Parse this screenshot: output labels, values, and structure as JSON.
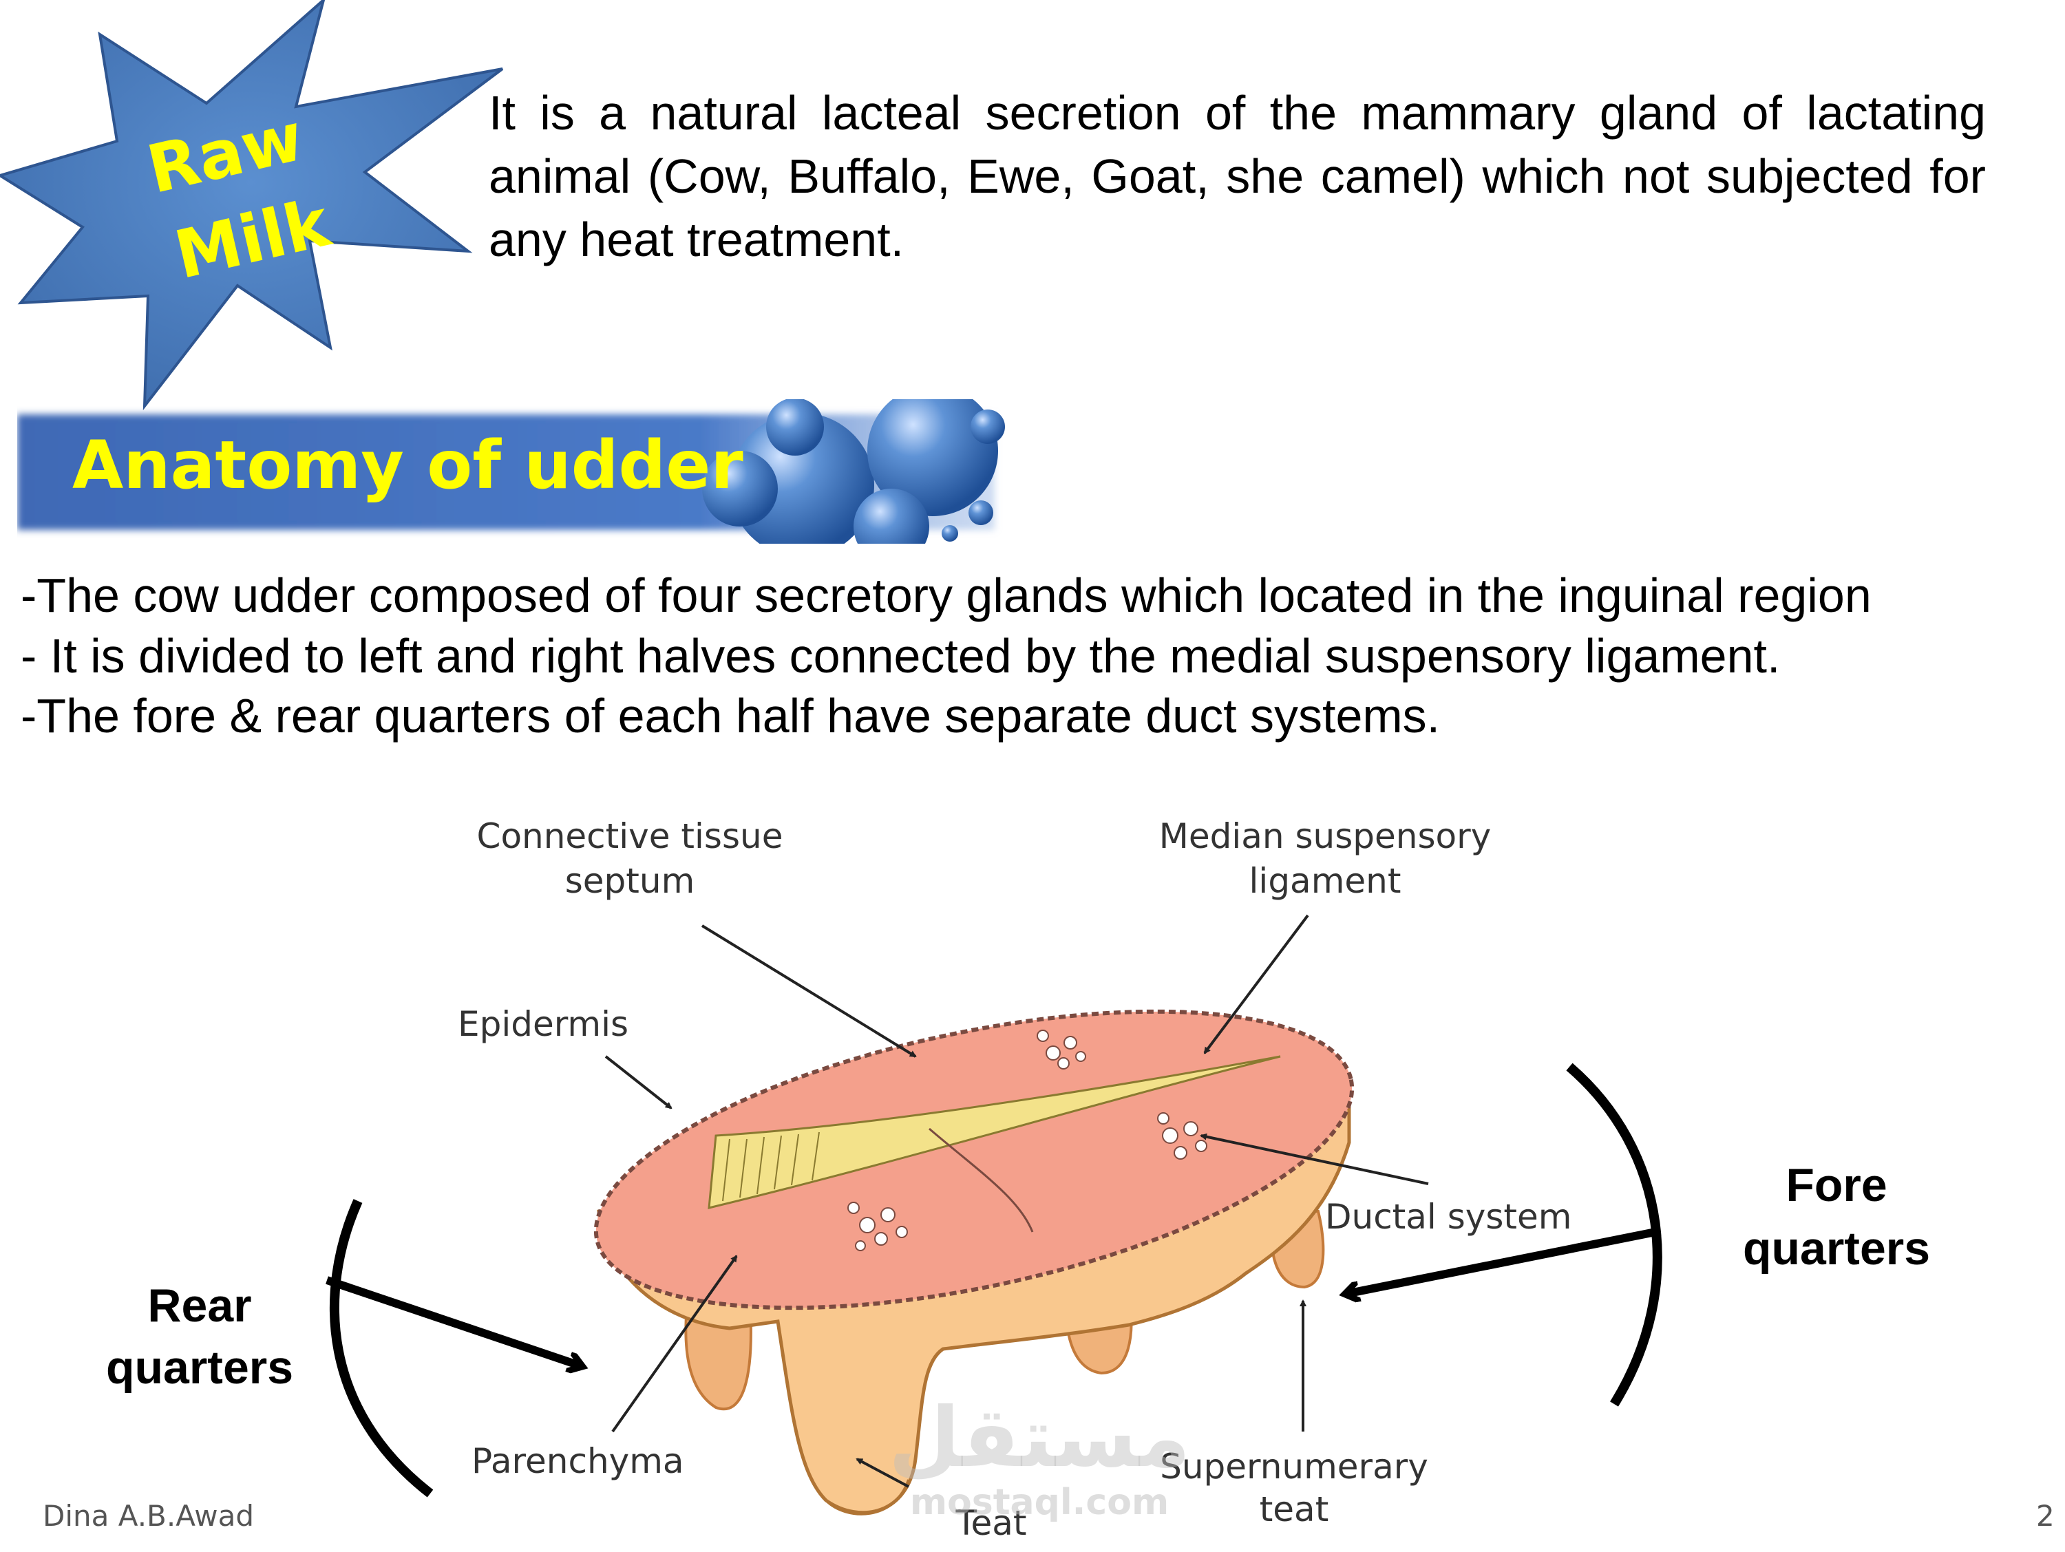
{
  "star": {
    "line1": "Raw",
    "line2": "Milk"
  },
  "definition": "It is a natural lacteal secretion  of the mammary gland of lactating animal (Cow, Buffalo, Ewe, Goat, she camel) which not subjected for any heat treatment.",
  "section_title": "Anatomy of udder",
  "bullets": [
    "-The cow udder composed of four secretory glands which located in the inguinal region",
    "- It is divided to left and right halves connected  by the medial suspensory ligament.",
    "-The fore & rear quarters of each half have  separate duct systems."
  ],
  "diagram": {
    "labels": {
      "connective_1": "Connective tissue",
      "connective_2": "septum",
      "median_1": "Median suspensory",
      "median_2": "ligament",
      "epidermis": "Epidermis",
      "ductal": "Ductal system",
      "parenchyma": "Parenchyma",
      "supernumerary_1": "Supernumerary",
      "supernumerary_2": "teat",
      "teat": "Teat"
    },
    "rear_1": "Rear",
    "rear_2": "quarters",
    "fore_1": "Fore",
    "fore_2": "quarters",
    "watermark_1": "مستقل",
    "watermark_2": "mostaql.com"
  },
  "footer": {
    "author": "Dina A.B.Awad",
    "page": "2"
  },
  "colors": {
    "star_blue": "#4f7fbf",
    "yellow": "#ffff00",
    "banner_blue": "#4472c4",
    "udder_pink": "#f4a08c",
    "udder_skin": "#f9c88e"
  }
}
